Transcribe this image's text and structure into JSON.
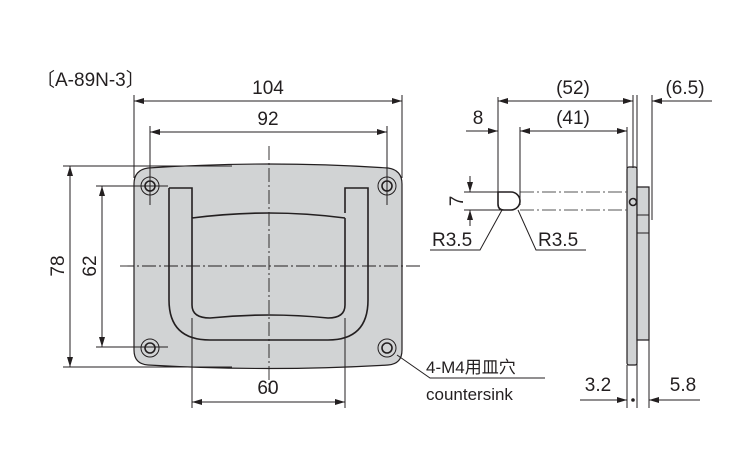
{
  "model_label": "〔A-89N-3〕",
  "front_view": {
    "width_overall": "104",
    "hole_pitch_horizontal": "92",
    "height_overall": "78",
    "hole_pitch_vertical": "62",
    "handle_width": "60",
    "hole_note_jp": "4-M4用皿穴",
    "hole_note_en": "countersink"
  },
  "side_view": {
    "projection_total": "(52)",
    "projection_handle": "(41)",
    "offset": "8",
    "bracket_depth": "(6.5)",
    "hinge_dia": "7",
    "radius_left": "R3.5",
    "radius_right": "R3.5",
    "plate_thickness": "3.2",
    "bracket_thickness": "5.8"
  },
  "colors": {
    "line": "#231f20",
    "fill": "#d1d3d4"
  }
}
